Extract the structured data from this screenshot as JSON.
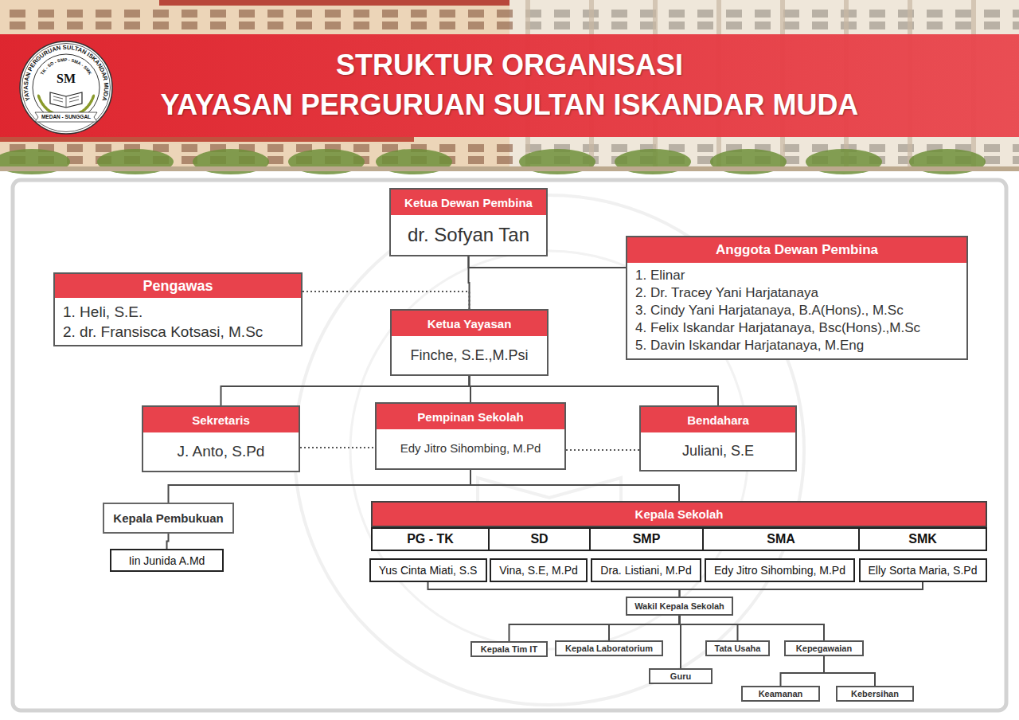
{
  "diagram": {
    "title": "STRUKTUR ORGANISASI YAYASAN PERGURUAN SULTAN ISKANDAR MUDA",
    "nodes": [
      {
        "text": [
          "Ketua Dewan Pembina",
          "dr. Sofyan Tan"
        ]
      },
      {
        "text": [
          "Anggota Dewan Pembina",
          "1. Elinar",
          "2. Dr. Tracey Yani Harjatanaya",
          "3. Cindy Yani Harjatanaya, B.A(Hons)., M.Sc",
          "4. Felix Iskandar Harjatanaya, Bsc(Hons).,M.Sc",
          "5. Davin Iskandar Harjatanaya, M.Eng"
        ]
      },
      {
        "text": [
          "Pengawas",
          "1. Heli, S.E.",
          "2. dr. Fransisca Kotsasi, M.Sc"
        ]
      },
      {
        "text": [
          "Ketua Yayasan",
          "Finche, S.E.,M.Psi"
        ]
      },
      {
        "text": [
          "Sekretaris",
          "J. Anto, S.Pd"
        ]
      },
      {
        "text": [
          "Pempinan Sekolah",
          "Edy Jitro Sihombing, M.Pd"
        ]
      },
      {
        "text": [
          "Bendahara",
          "Juliani, S.E"
        ]
      },
      {
        "text": [
          "Kepala Pembukuan"
        ]
      },
      {
        "text": [
          "Kepala Sekolah"
        ]
      },
      {
        "text": [
          "PG - TK"
        ],
        "in": 8
      },
      {
        "text": [
          "SD"
        ],
        "in": 8
      },
      {
        "text": [
          "SMP"
        ],
        "in": 8
      },
      {
        "text": [
          "SMA"
        ],
        "in": 8
      },
      {
        "text": [
          "SMK"
        ],
        "in": 8
      },
      {
        "text": [
          "Iin Junida A.Md"
        ]
      },
      {
        "text": [
          "Yus Cinta Miati, S.S"
        ]
      },
      {
        "text": [
          "Vina, S.E, M.Pd"
        ]
      },
      {
        "text": [
          "Dra. Listiani, M.Pd"
        ]
      },
      {
        "text": [
          "Edy Jitro Sihombing, M.Pd"
        ]
      },
      {
        "text": [
          "Elly Sorta Maria, S.Pd"
        ]
      },
      {
        "text": [
          "Wakil Kepala Sekolah"
        ]
      },
      {
        "text": [
          "Kepala Tim IT"
        ]
      },
      {
        "text": [
          "Kepala Laboratorium"
        ]
      },
      {
        "text": [
          "Tata Usaha"
        ]
      },
      {
        "text": [
          "Kepegawaian"
        ]
      },
      {
        "text": [
          "Guru"
        ]
      },
      {
        "text": [
          "Keamanan"
        ]
      },
      {
        "text": [
          "Kebersihan"
        ]
      }
    ],
    "edges": [
      {
        "from": 0,
        "to": 3,
        "arrow": "none"
      },
      {
        "from": 0,
        "to": 1,
        "arrow": "none"
      },
      {
        "from": 2,
        "to": 3,
        "arrow": "none"
      },
      {
        "from": 3,
        "to": 4,
        "arrow": "none"
      },
      {
        "from": 3,
        "to": 5,
        "arrow": "none"
      },
      {
        "from": 3,
        "to": 6,
        "arrow": "none"
      },
      {
        "from": 4,
        "to": 5,
        "arrow": "none"
      },
      {
        "from": 5,
        "to": 6,
        "arrow": "none"
      },
      {
        "from": 5,
        "to": 7,
        "arrow": "none"
      },
      {
        "from": 5,
        "to": 8,
        "arrow": "none"
      },
      {
        "from": 7,
        "to": 14,
        "arrow": "none"
      },
      {
        "from": 15,
        "to": 20,
        "arrow": "none"
      },
      {
        "from": 19,
        "to": 20,
        "arrow": "none"
      },
      {
        "from": 20,
        "to": 21,
        "arrow": "none"
      },
      {
        "from": 20,
        "to": 22,
        "arrow": "none"
      },
      {
        "from": 20,
        "to": 25,
        "arrow": "none"
      },
      {
        "from": 20,
        "to": 23,
        "arrow": "none"
      },
      {
        "from": 20,
        "to": 24,
        "arrow": "none"
      },
      {
        "from": 24,
        "to": 26,
        "arrow": "none"
      },
      {
        "from": 24,
        "to": 27,
        "arrow": "none"
      }
    ],
    "labels": [
      "YAYASAN PERGURUAN SULTAN ISKANDAR MUDA",
      "TK - SD - SMP - SMA - SMK",
      "SM",
      "MEDAN - SUNGGAL"
    ]
  }
}
